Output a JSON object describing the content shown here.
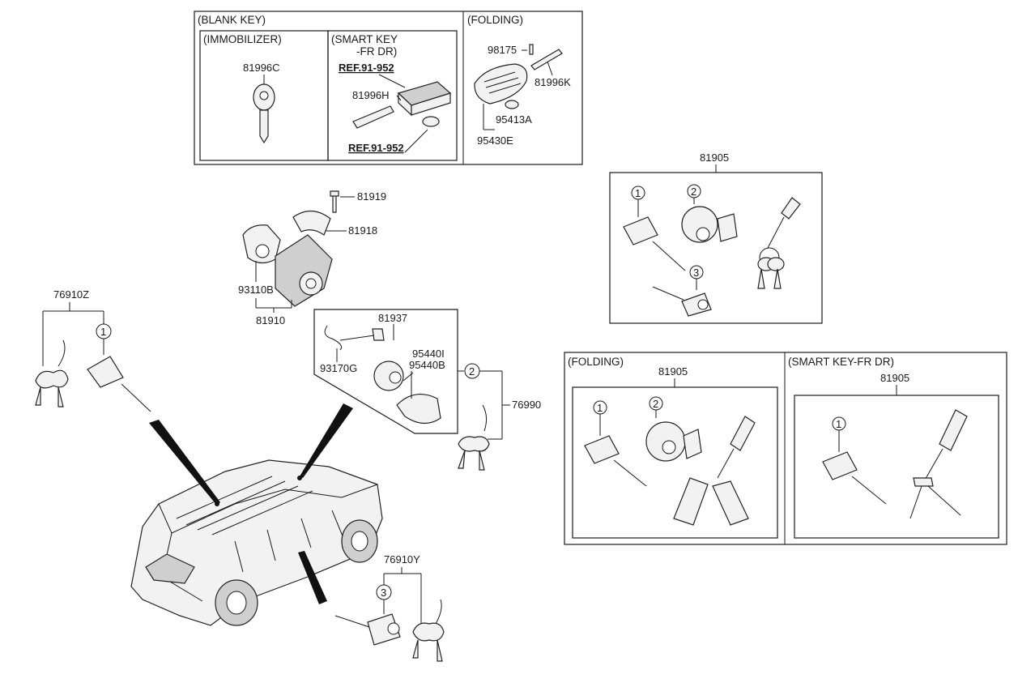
{
  "boxes": {
    "blank_key": "(BLANK KEY)",
    "immobilizer": "(IMMOBILIZER)",
    "smart_key_1": "(SMART KEY",
    "smart_key_2": "-FR DR)",
    "folding_top": "(FOLDING)",
    "folding_bottom": "(FOLDING)",
    "smart_key_fr_dr": "(SMART KEY-FR DR)"
  },
  "refs": {
    "ref_upper": "REF.91-952",
    "ref_lower": "REF.91-952"
  },
  "parts": {
    "p81996C": "81996C",
    "p81996H": "81996H",
    "p98175": "98175",
    "p81996K": "81996K",
    "p95413A": "95413A",
    "p95430E": "95430E",
    "p81905_a": "81905",
    "p81905_b": "81905",
    "p81905_c": "81905",
    "p81919": "81919",
    "p81918": "81918",
    "p93110B": "93110B",
    "p81910": "81910",
    "p76910Z": "76910Z",
    "p81937": "81937",
    "p93170G": "93170G",
    "p95440I": "95440I",
    "p95440B": "95440B",
    "p76990": "76990",
    "p76910Y": "76910Y"
  },
  "callouts": {
    "c1": "1",
    "c2": "2",
    "c3": "3"
  },
  "colors": {
    "line": "#1a1a1a",
    "part_fill": "#f2f2f2",
    "wedge": "#111111"
  }
}
